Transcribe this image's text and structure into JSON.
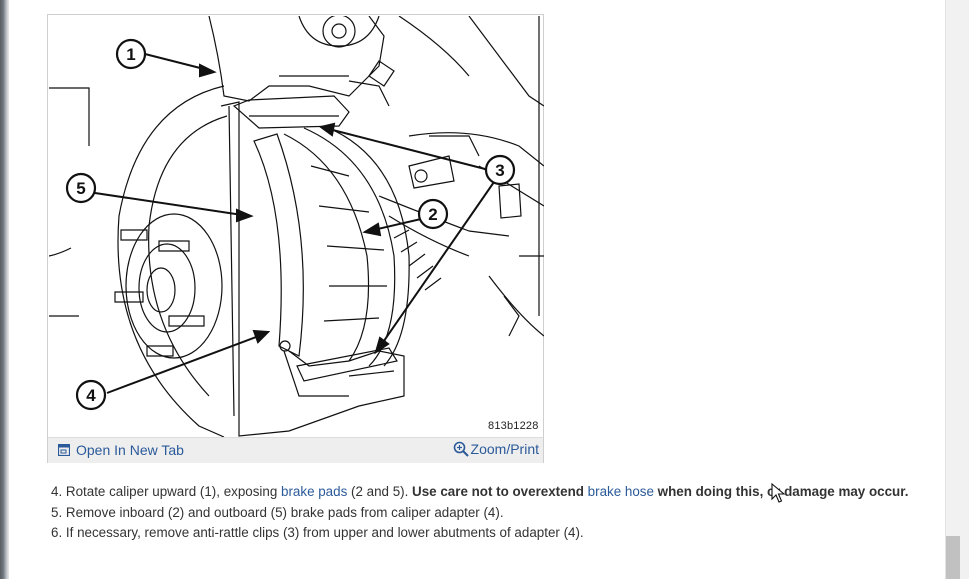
{
  "figure": {
    "id_label": "813b1228",
    "callouts": [
      "1",
      "2",
      "3",
      "4",
      "5"
    ],
    "open_tab_label": "Open In New Tab",
    "open_tab_icon": "external-tab-icon",
    "zoom_label": "Zoom/Print",
    "zoom_icon": "magnifier-icon"
  },
  "steps": [
    {
      "number": "4.",
      "t1": "Rotate caliper upward (1), exposing ",
      "link1": "brake pads",
      "t2": " (2 and 5). ",
      "bold1": "Use care not to overextend ",
      "link2": "brake hose",
      "bold2": " when doing this, or damage may occur."
    },
    {
      "number": "5.",
      "text": "Remove inboard (2) and outboard (5) brake pads from caliper adapter (4)."
    },
    {
      "number": "6.",
      "text": "If necessary, remove anti-rattle clips (3) from upper and lower abutments of adapter (4)."
    }
  ],
  "colors": {
    "link": "#2b5a9a",
    "text": "#333333"
  }
}
